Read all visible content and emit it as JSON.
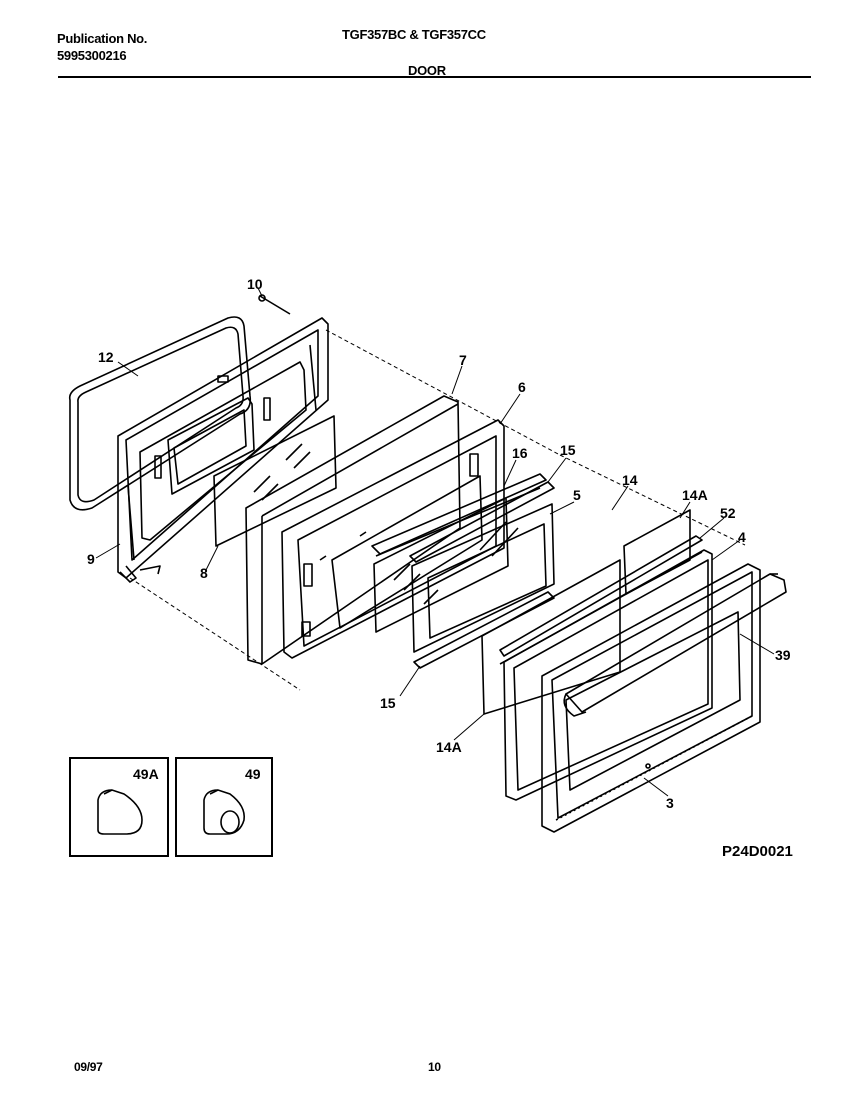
{
  "header": {
    "publication_label": "Publication No.",
    "publication_number": "5995300216",
    "model_title": "TGF357BC & TGF357CC",
    "section_title": "DOOR"
  },
  "diagram": {
    "callouts": [
      "10",
      "12",
      "7",
      "6",
      "9",
      "8",
      "16",
      "15",
      "5",
      "14",
      "14A",
      "52",
      "4",
      "39",
      "15",
      "14A",
      "3"
    ],
    "insets": [
      "49A",
      "49"
    ],
    "figure_code": "P24D0021"
  },
  "footer": {
    "date": "09/97",
    "page_number": "10"
  }
}
